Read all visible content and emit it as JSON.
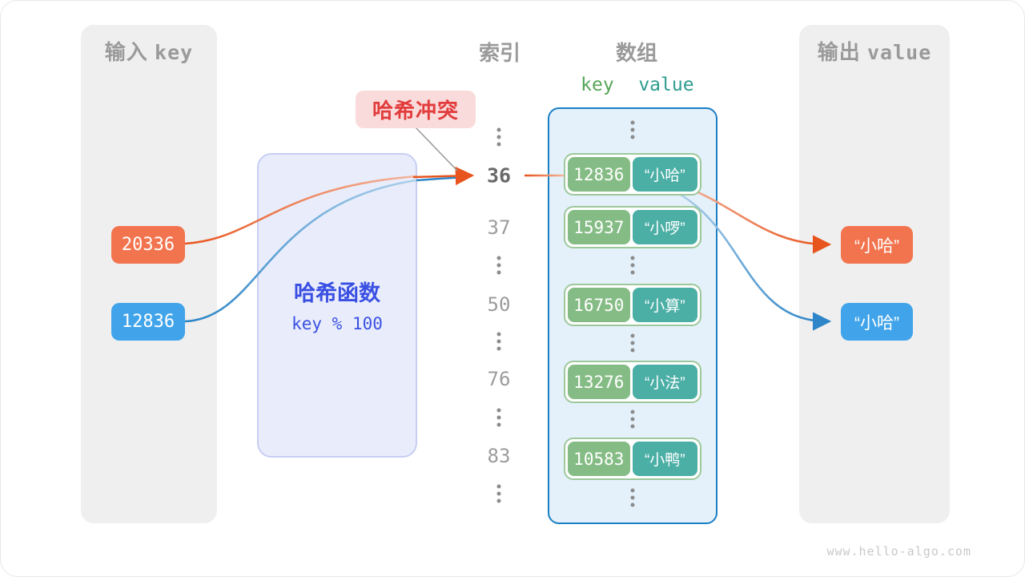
{
  "watermark": "www.hello-algo.com",
  "colors": {
    "orange": "#f2744e",
    "blue": "#41a4ea",
    "wire_orange": "#e8541d",
    "wire_blue": "#2e86c8",
    "key_green": "#85bc85",
    "value_teal": "#4bafa6",
    "panel_gray": "#efefef",
    "array_fill": "#e4f1fa",
    "array_border": "#1b7fc4",
    "hash_fill": "#e9edfb",
    "hash_text": "#3a50e3",
    "collision_bg": "#fadbdb",
    "collision_text": "#e23c3c"
  },
  "input_panel": {
    "title_zh": "输入",
    "title_code": "key",
    "keys": [
      {
        "value": "20336",
        "color": "orange"
      },
      {
        "value": "12836",
        "color": "blue"
      }
    ]
  },
  "hash_box": {
    "title": "哈希函数",
    "formula": "key % 100"
  },
  "collision_label": {
    "text": "哈希冲突"
  },
  "index_column": {
    "title": "索引",
    "indices": [
      {
        "label": "36",
        "highlight": true
      },
      {
        "label": "37",
        "highlight": false
      },
      {
        "label": "50",
        "highlight": false
      },
      {
        "label": "76",
        "highlight": false
      },
      {
        "label": "83",
        "highlight": false
      }
    ]
  },
  "array_panel": {
    "title": "数组",
    "key_header": "key",
    "value_header": "value",
    "pairs": [
      {
        "index": "36",
        "key": "12836",
        "value": "“小哈”"
      },
      {
        "index": "37",
        "key": "15937",
        "value": "“小啰”"
      },
      {
        "index": "50",
        "key": "16750",
        "value": "“小算”"
      },
      {
        "index": "76",
        "key": "13276",
        "value": "“小法”"
      },
      {
        "index": "83",
        "key": "10583",
        "value": "“小鸭”"
      }
    ]
  },
  "output_panel": {
    "title_zh": "输出",
    "title_code": "value",
    "values": [
      {
        "text": "“小哈”",
        "color": "orange"
      },
      {
        "text": "“小哈”",
        "color": "blue"
      }
    ]
  }
}
